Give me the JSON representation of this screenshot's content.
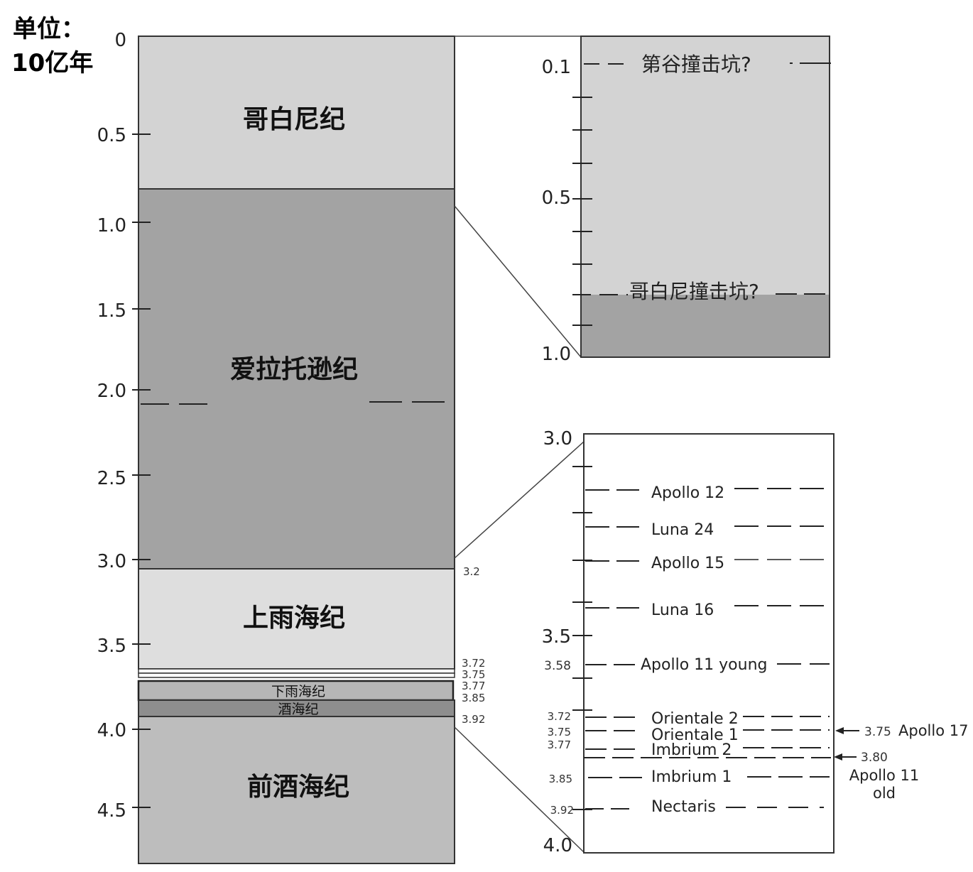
{
  "unit_label": [
    "单位：",
    "10亿年"
  ],
  "main_axis": {
    "tick_labels": [
      "0",
      "0.5",
      "1.0",
      "1.5",
      "2.0",
      "2.5",
      "3.0",
      "3.5",
      "4.0",
      "4.5"
    ]
  },
  "periods": [
    {
      "name": "哥白尼纪",
      "color": "#d3d3d3"
    },
    {
      "name": "爱拉托逊纪",
      "color": "#a3a3a3"
    },
    {
      "name": "上雨海纪",
      "color": "#dedede"
    },
    {
      "name": "下雨海纪",
      "color": "#b6b6b6"
    },
    {
      "name": "酒海纪",
      "color": "#8e8e8e"
    },
    {
      "name": "前酒海纪",
      "color": "#bdbdbd"
    }
  ],
  "boundary_labels": [
    "3.2",
    "3.72",
    "3.75",
    "3.77",
    "3.85",
    "3.92"
  ],
  "upper_inset": {
    "tick_labels": [
      "0.1",
      "0.5",
      "1.0"
    ],
    "events": [
      "第谷撞击坑?",
      "哥白尼撞击坑?"
    ]
  },
  "lower_inset": {
    "tick_labels": [
      "3.0",
      "3.5",
      "4.0"
    ],
    "small_labels": [
      "3.58",
      "3.72",
      "3.75",
      "3.77",
      "3.85",
      "3.92"
    ],
    "events": [
      "Apollo 12",
      "Luna 24",
      "Apollo 15",
      "Luna 16",
      "Apollo 11 young",
      "Orientale 2",
      "Orientale 1",
      "Imbrium 2",
      "Imbrium 1",
      "Nectaris"
    ],
    "side_notes": {
      "apollo17_age": "3.75",
      "apollo17_name": "Apollo 17",
      "apollo11_age": "3.80",
      "apollo11_name": [
        "Apollo 11",
        "old"
      ]
    }
  }
}
